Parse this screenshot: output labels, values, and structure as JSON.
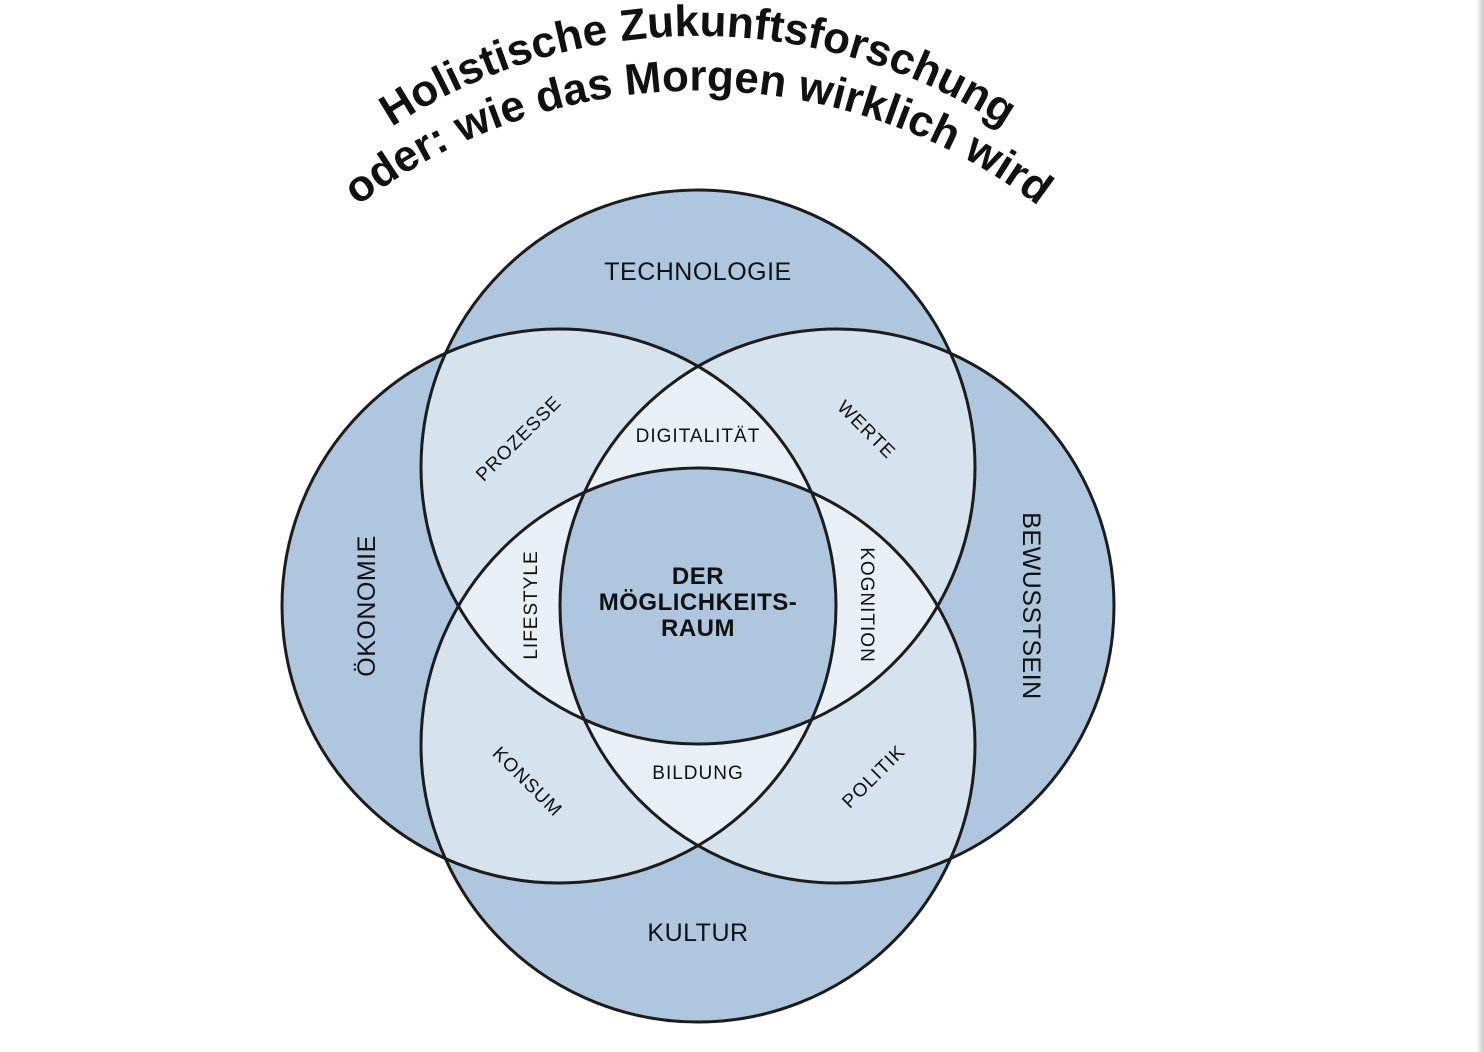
{
  "title": {
    "line1": "Holistische Zukunftsforschung",
    "line2": "oder: wie das Morgen wirklich wird"
  },
  "circles": {
    "top": "TECHNOLOGIE",
    "left": "ÖKONOMIE",
    "right": "BEWUSSTSEIN",
    "bottom": "KULTUR"
  },
  "intersections": {
    "top_left": "PROZESSE",
    "top_right": "WERTE",
    "bottom_left": "KONSUM",
    "bottom_right": "POLITIK",
    "top": "DIGITALITÄT",
    "bottom": "BILDUNG",
    "left": "LIFESTYLE",
    "right": "KOGNITION"
  },
  "center": {
    "line1": "DER",
    "line2": "MÖGLICHKEITS-",
    "line3": "RAUM"
  },
  "colors": {
    "outer_fill": "#aec6de",
    "pair_fill": "#d6e2ee",
    "triple_fill": "#e9eff6",
    "center_fill": "#aec6de",
    "stroke": "#1c1c1c"
  }
}
